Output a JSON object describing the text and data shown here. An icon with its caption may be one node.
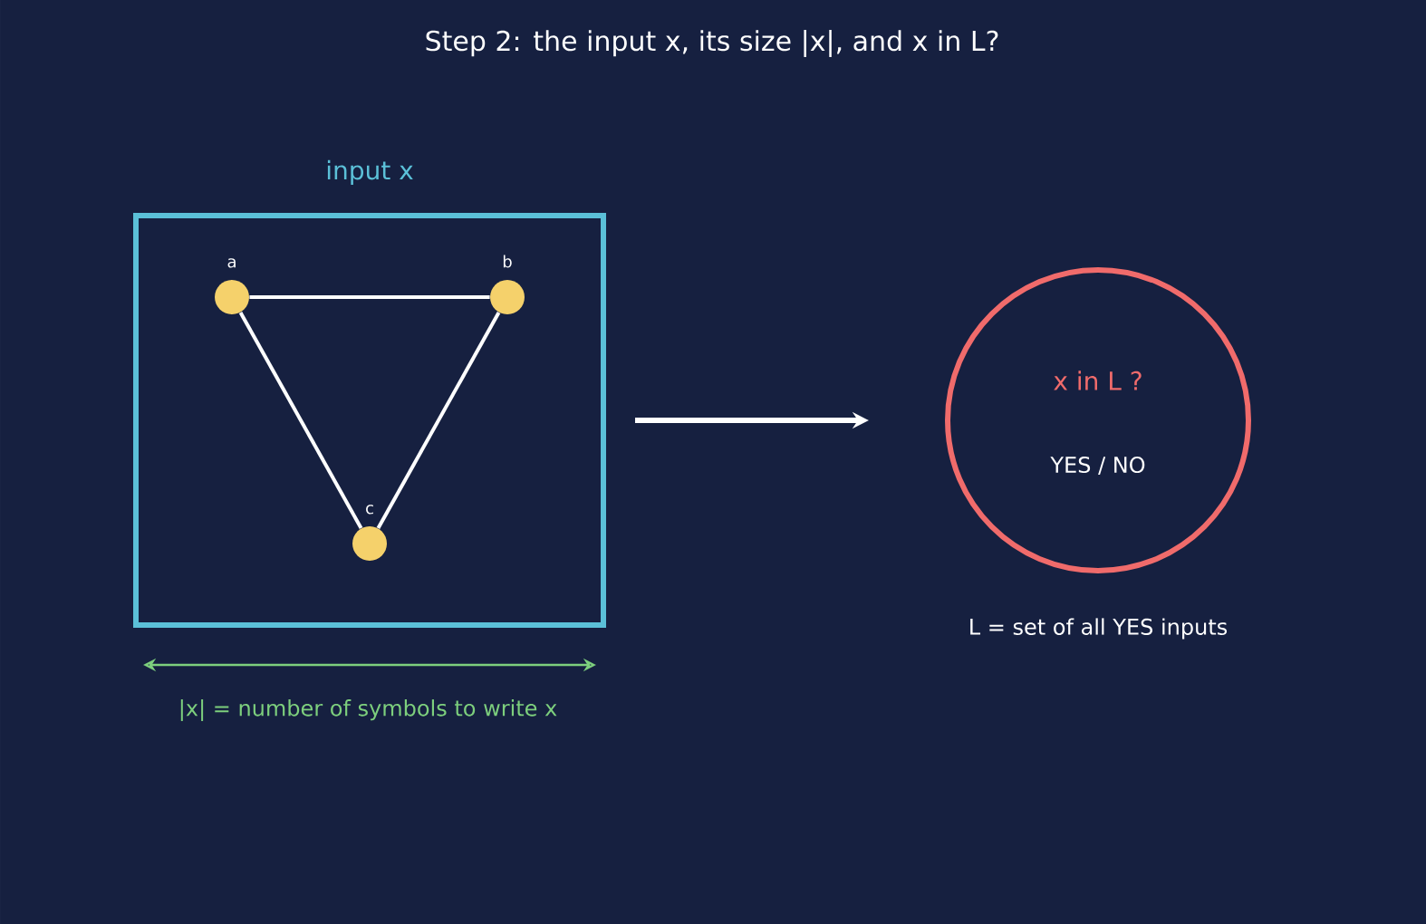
{
  "diagram": {
    "title": "Step 2: the input x, its size |x|, and x in L?",
    "nodes": [
      {
        "text": [
          "input x"
        ]
      },
      {
        "text": [
          "a"
        ],
        "in": 0
      },
      {
        "text": [
          "b"
        ],
        "in": 0
      },
      {
        "text": [
          "c"
        ],
        "in": 0
      },
      {
        "text": [
          "x in L ?",
          "YES / NO"
        ]
      }
    ],
    "edges": [
      {
        "from": 1,
        "to": 2,
        "arrow": "none"
      },
      {
        "from": 1,
        "to": 3,
        "arrow": "none"
      },
      {
        "from": 2,
        "to": 3,
        "arrow": "none"
      },
      {
        "from": 0,
        "to": 4,
        "arrow": "to"
      }
    ],
    "labels": [
      "|x| = number of symbols to write x",
      "L = set of all YES inputs"
    ]
  }
}
